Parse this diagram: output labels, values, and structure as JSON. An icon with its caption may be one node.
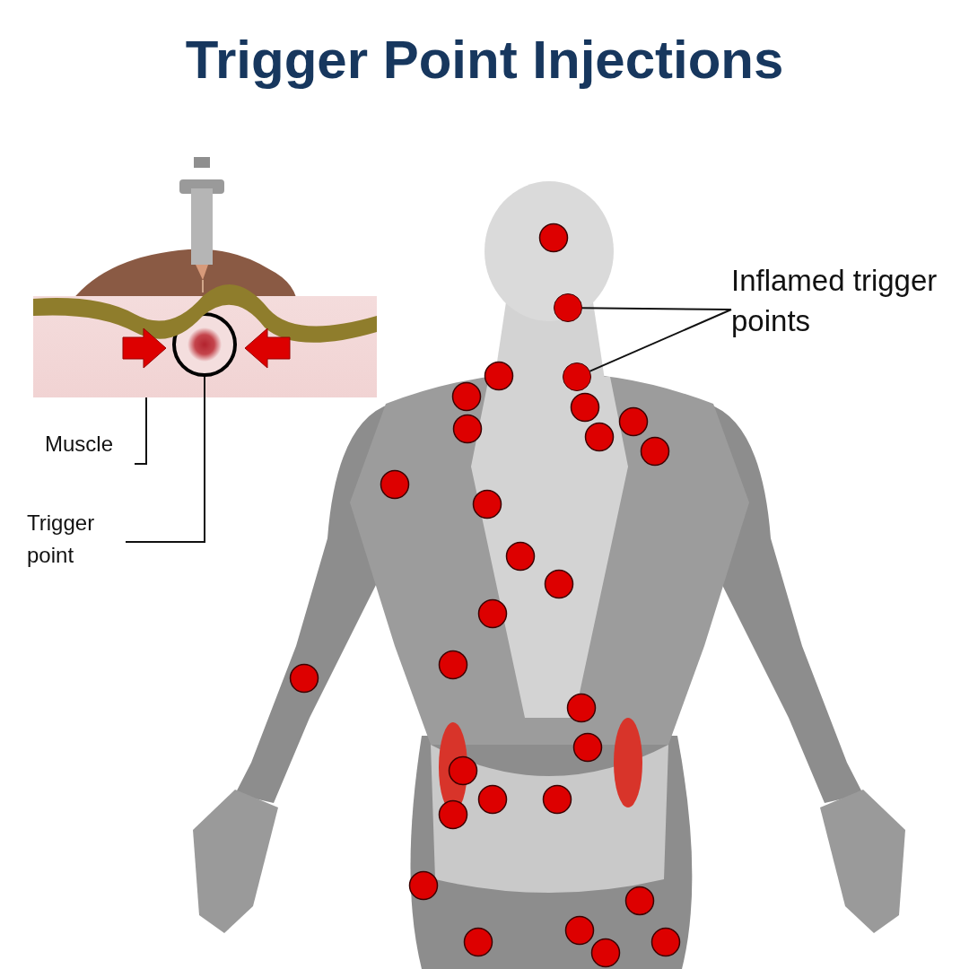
{
  "diagram": {
    "title": "Trigger Point Injections",
    "nodes": [
      {
        "text": [
          "Inflamed trigger points"
        ]
      },
      {
        "text": [],
        "shape": "circle"
      },
      {
        "text": [],
        "shape": "circle"
      },
      {
        "text": [
          "Muscle"
        ]
      },
      {
        "text": [],
        "shape": "picture"
      },
      {
        "text": [
          "Trigger point"
        ]
      },
      {
        "text": [],
        "shape": "circle",
        "in": 4
      }
    ],
    "edges": [
      {
        "from": 0,
        "to": 1,
        "arrow": "none"
      },
      {
        "from": 0,
        "to": 2,
        "arrow": "none"
      },
      {
        "from": 3,
        "to": 4,
        "arrow": "none"
      },
      {
        "from": 5,
        "to": 6,
        "arrow": "none"
      }
    ]
  }
}
